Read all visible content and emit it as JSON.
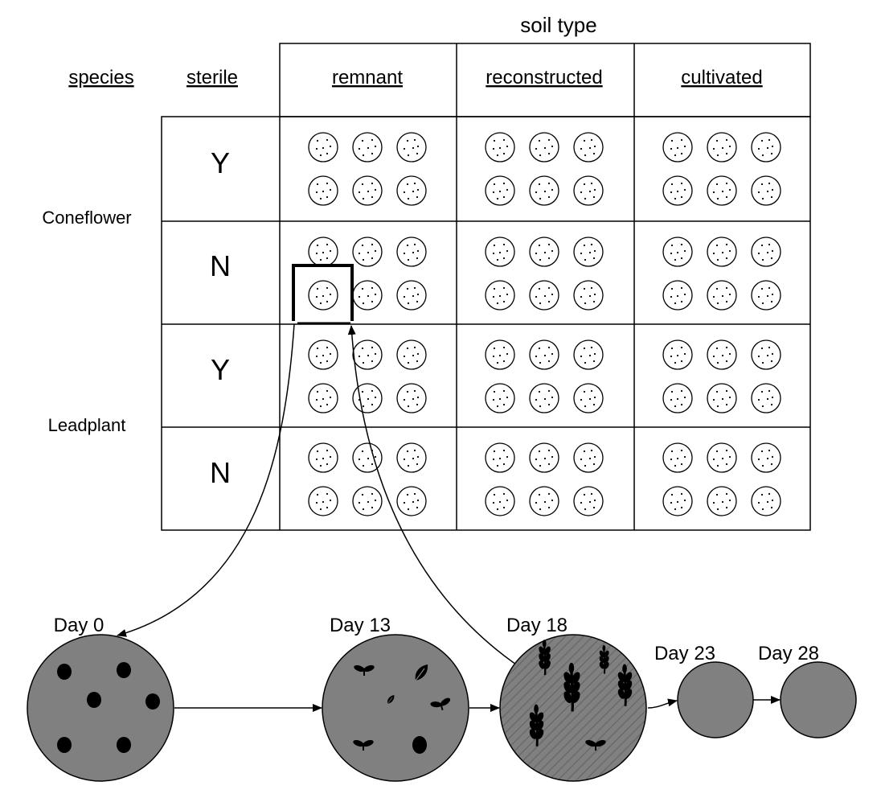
{
  "title": "soil type",
  "headers": {
    "species": "species",
    "sterile": "sterile"
  },
  "soil_types": [
    "remnant",
    "reconstructed",
    "cultivated"
  ],
  "rows": [
    {
      "sterile": "Y"
    },
    {
      "sterile": "N"
    },
    {
      "sterile": "Y"
    },
    {
      "sterile": "N"
    }
  ],
  "species": [
    "Coneflower",
    "Leadplant"
  ],
  "pots_per_cell": 6,
  "timeline": [
    {
      "label": "Day 0"
    },
    {
      "label": "Day 13"
    },
    {
      "label": "Day 18"
    },
    {
      "label": "Day 23"
    },
    {
      "label": "Day 28"
    }
  ],
  "colors": {
    "pot_fill": "#808080",
    "line": "#000000",
    "seed": "#000000"
  },
  "icons": {
    "day0": "seeds",
    "day13": "seedlings-icon",
    "day18": "wheat-plant-icon"
  }
}
